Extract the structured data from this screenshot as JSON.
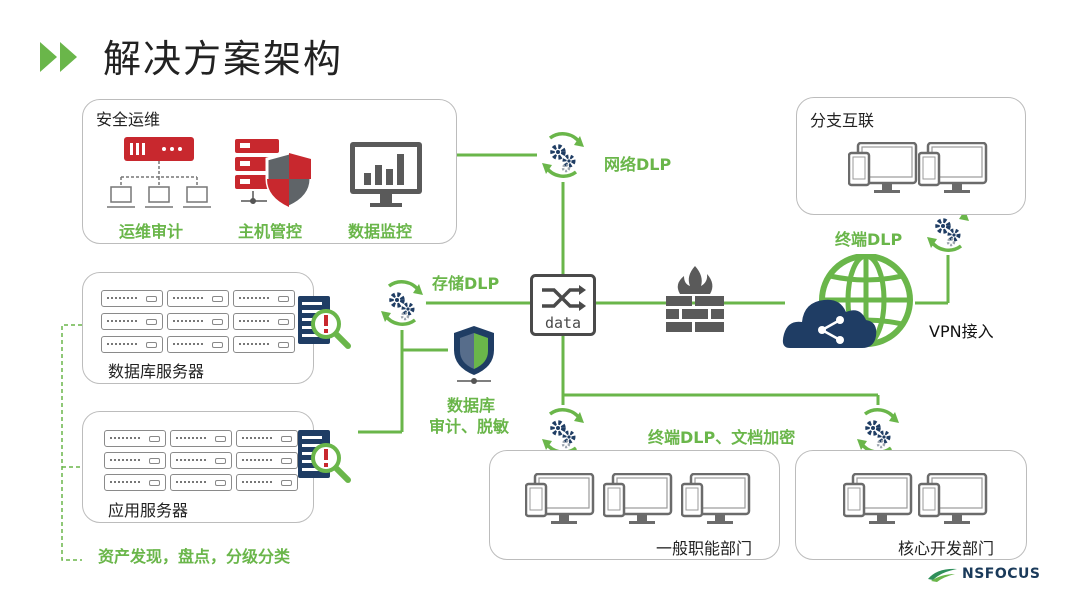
{
  "title": "解决方案架构",
  "ops": {
    "title": "安全运维",
    "items": [
      "运维审计",
      "主机管控",
      "数据监控"
    ]
  },
  "branch": {
    "title": "分支互联"
  },
  "db_server": {
    "title": "数据库服务器"
  },
  "app_server": {
    "title": "应用服务器"
  },
  "dept_general": {
    "title": "一般职能部门"
  },
  "dept_core": {
    "title": "核心开发部门"
  },
  "labels": {
    "network_dlp": "网络DLP",
    "storage_dlp": "存储DLP",
    "endpoint_dlp": "终端DLP",
    "db_audit_line1": "数据库",
    "db_audit_line2": "审计、脱敏",
    "endpoint_dlp_encrypt": "终端DLP、文档加密",
    "vpn": "VPN接入",
    "asset_discovery": "资产发现，盘点，分级分类",
    "hub": "data"
  },
  "brand": {
    "name": "NSFOCUS"
  },
  "colors": {
    "accent_green": "#6ab64a",
    "alert_red": "#c8282e",
    "navy": "#1f3d64",
    "gray": "#5a5a5a"
  }
}
